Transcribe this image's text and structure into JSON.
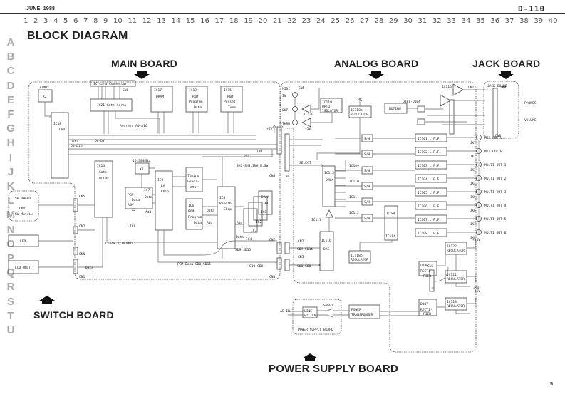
{
  "header": {
    "date": "JUNE, 1988",
    "model": "D-110",
    "column_numbers": [
      "1",
      "2",
      "3",
      "4",
      "5",
      "6",
      "7",
      "8",
      "9",
      "10",
      "11",
      "12",
      "13",
      "14",
      "15",
      "16",
      "17",
      "18",
      "19",
      "20",
      "21",
      "22",
      "23",
      "24",
      "25",
      "26",
      "27",
      "28",
      "29",
      "30",
      "31",
      "32",
      "33",
      "34",
      "35",
      "36",
      "37",
      "38",
      "39",
      "40"
    ],
    "row_letters": [
      "A",
      "B",
      "C",
      "D",
      "E",
      "F",
      "G",
      "H",
      "I",
      "J",
      "K",
      "L",
      "M",
      "N",
      "O",
      "P",
      "Q",
      "R",
      "S",
      "T",
      "U"
    ]
  },
  "title": "BLOCK DIAGRAM",
  "boards": {
    "main": "MAIN BOARD",
    "analog": "ANALOG BOARD",
    "jack": "JACK BOARD",
    "switch": "SWITCH BOARD",
    "power": "POWER SUPPLY BOARD"
  },
  "main_board": {
    "ic_card_connector": "IC Card Connector",
    "cn6": "CN6",
    "ic21": "IC21 Gate Array",
    "ic17": [
      "IC17",
      "DRAM"
    ],
    "ic19": [
      "IC19",
      "ROM",
      "Program",
      "Data"
    ],
    "ic15": [
      "IC15",
      "ROM",
      "Preset",
      "Tone"
    ],
    "x2_freq": "12MHz",
    "x2": "X2",
    "ic18": [
      "IC18",
      "CPU"
    ],
    "address_bus": "Address A0-A16",
    "data_bus": [
      "Data",
      "D0-D15"
    ],
    "data_d0_d7": "D0-D7",
    "ic16": [
      "IC16",
      "Gate",
      "Array"
    ],
    "x1_freq": "16.384MHz",
    "x1": "X1",
    "ic9": [
      "IC9",
      "LA",
      "Chip"
    ],
    "timing_gen": [
      "Timing",
      "Gener-",
      "ator"
    ],
    "ic7": [
      "IC7",
      "PCM",
      "Data",
      "ROM",
      "X2"
    ],
    "ic8": "IC8",
    "ic6": [
      "IC6",
      "ROM",
      "Program",
      "Data"
    ],
    "ic5": [
      "IC5",
      "Reverb",
      "Chip"
    ],
    "dram_x4": [
      "DRAM",
      "X4"
    ],
    "dram_ics": [
      "IC1",
      "IC2",
      "IC3",
      "IC4"
    ],
    "data": "Data",
    "add": "Add",
    "clock": "Clock 0.192MHz",
    "pcm_data": "PCM Data  SD0-SD15",
    "sd9_sd15": "SD9-SD15",
    "sd0_sd8": "SD0-SD8",
    "sh_signals": "SH1-SH3,INH,R.SW",
    "txd": "TXD",
    "rxd": "RXD",
    "plus5v": "+5V",
    "cn4": "CN4",
    "cn2": "CN2",
    "cn3": "CN3",
    "cn5": "CN5",
    "cn7": "CN7",
    "cn1": "CN1",
    "cnn": "CNN"
  },
  "switch_board": {
    "sw_board": [
      "SW BOARD",
      "DM2",
      "SW Matrix"
    ],
    "led": "LED",
    "lcd_unit": "LCD UNIT",
    "data": "Data"
  },
  "analog_board": {
    "midi": "MIDI",
    "midi_in": "IN",
    "midi_out": "OUT",
    "midi_thru": "THRU",
    "cn5": "CN5",
    "ic120": "IC120",
    "ic119": [
      "IC119",
      "OPTO-",
      "ISOLATOR"
    ],
    "ic118a": [
      "IC118a",
      "REGULATOR"
    ],
    "ic118b": [
      "IC118b",
      "REGULATOR"
    ],
    "muting": "MUTING",
    "q101": "Q101-Q104",
    "ic115": "IC115",
    "plus5v": "+5V",
    "select": "SELECT",
    "cn4": "CN4",
    "ic113": [
      "IC113",
      "DMUX"
    ],
    "sh": "S/H",
    "ic109": "IC109",
    "ic110": "IC110",
    "ic111": "IC111",
    "ic112": "IC112",
    "ic114": [
      "R.SW",
      "IC114"
    ],
    "ic117": "IC117",
    "ic116": [
      "IC116",
      "DAC"
    ],
    "cn2": "CN2",
    "cn3": "CN3",
    "sd9_sd15": "SD9-SD15",
    "sd0_sd8": "SD0-SD8",
    "lpf": [
      "IC101 L.P.F.",
      "IC102 L.P.F.",
      "IC103 L.P.F.",
      "IC104 L.P.F.",
      "IC105 L.P.F.",
      "IC106 L.P.F.",
      "IC107 L.P.F.",
      "IC108 L.P.F."
    ],
    "cn1": "CN1",
    "cn6": "CN6",
    "d106": [
      "D106",
      "RECTI-",
      "FIER"
    ],
    "d107": [
      "D107",
      "RECTI-",
      "FIER"
    ],
    "ic122": [
      "IC122",
      "REGULATOR"
    ],
    "ic121": [
      "IC121",
      "REGULATOR"
    ],
    "ic123": [
      "IC123",
      "REGULATOR"
    ],
    "plus15v": "+15V",
    "minus15v": "-15V",
    "plus5v_psu": "+5V"
  },
  "jack_board": {
    "jk9": "JK9",
    "phones": "PHONES",
    "volume": "VOLUME",
    "cn8": "CN8",
    "outputs": [
      {
        "jack": "JK1",
        "label": "MIX OUT L"
      },
      {
        "jack": "JK2",
        "label": "MIX OUT R"
      },
      {
        "jack": "JK3",
        "label": "MULTI OUT 1"
      },
      {
        "jack": "JK4",
        "label": "MULTI OUT 2"
      },
      {
        "jack": "JK5",
        "label": "MULTI OUT 3"
      },
      {
        "jack": "JK6",
        "label": "MULTI OUT 4"
      },
      {
        "jack": "JK7",
        "label": "MULTI OUT 5"
      },
      {
        "jack": "JK8",
        "label": "MULTI OUT 6"
      }
    ]
  },
  "power_supply_board": {
    "ac_in": "AC IN",
    "line_filter": [
      "LINE",
      "FILTER"
    ],
    "sw501": "SW501",
    "label": "POWER SUPPLY BOARD",
    "transformer": [
      "POWER",
      "TRANSFORMER"
    ]
  },
  "page_number": "5"
}
